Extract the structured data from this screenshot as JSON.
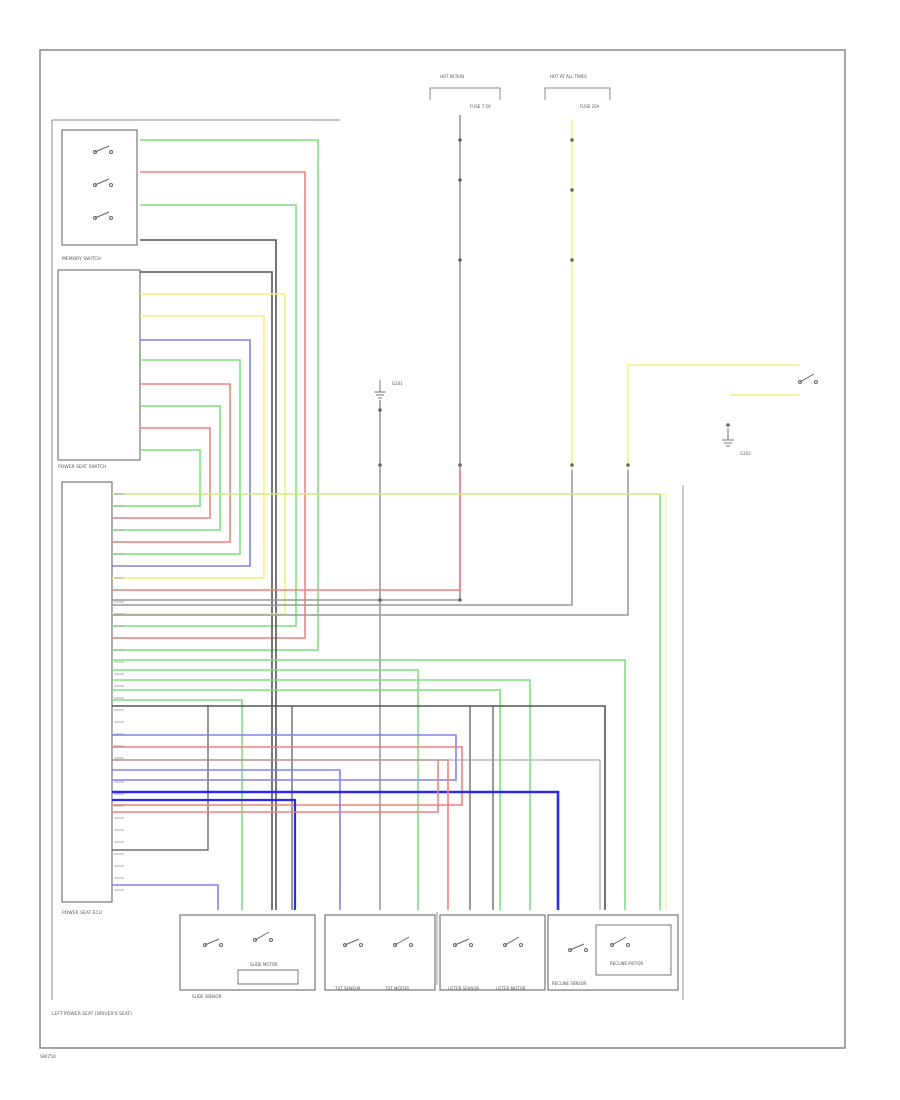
{
  "switch_labels": {
    "memory_switch": "MEMORY SWITCH",
    "power_seat_switch": "POWER SEAT SWITCH",
    "power_seat_ecu": "POWER SEAT ECU",
    "left_power_seat": "LEFT POWER SEAT (DRIVER'S SEAT)",
    "footer_code": "SW750"
  },
  "top_labels": {
    "hot_in_run": "HOT IN RUN",
    "hot_at_all_times": "HOT AT ALL TIMES",
    "fuse_a": "FUSE 7.5A",
    "fuse_b": "FUSE 20A",
    "ground_left": "G201",
    "ground_right": "G202"
  },
  "motors": {
    "slide_sensor": "SLIDE SENSOR",
    "slide_motor": "SLIDE MOTOR",
    "tilt_sensor": "TILT SENSOR",
    "tilt_motor": "TILT MOTOR",
    "lifter_sensor": "LIFTER SENSOR",
    "lifter_motor": "LIFTER MOTOR",
    "recline_sensor": "RECLINE SENSOR",
    "recline_motor": "RECLINE MOTOR"
  },
  "wire_colors": {
    "green": "#7ee07e",
    "red": "#f08080",
    "yellow": "#f2f280",
    "blue": "#8080f0",
    "blue_dark": "#2a2af0",
    "black": "#555555",
    "gray": "#999999",
    "violet": "#c080f0"
  }
}
